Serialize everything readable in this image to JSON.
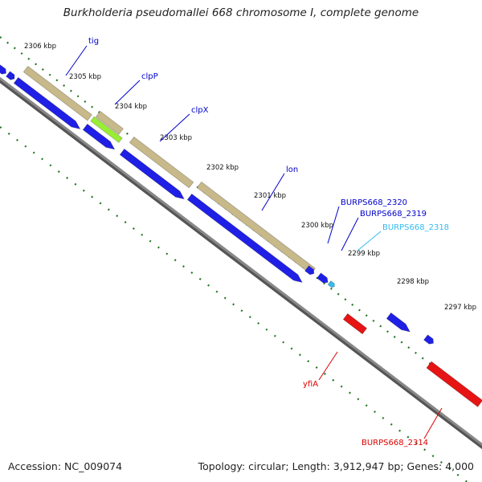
{
  "title": "Burkholderia pseudomallei 668 chromosome I, complete genome",
  "footer": {
    "accession": "Accession: NC_009074",
    "summary": "Topology: circular; Length: 3,912,947 bp; Genes: 4,000"
  },
  "ticks": [
    {
      "kbp": 2306,
      "label": "2306 kbp"
    },
    {
      "kbp": 2305,
      "label": "2305 kbp"
    },
    {
      "kbp": 2304,
      "label": "2304 kbp"
    },
    {
      "kbp": 2303,
      "label": "2303 kbp"
    },
    {
      "kbp": 2302,
      "label": "2302 kbp"
    },
    {
      "kbp": 2301,
      "label": "2301 kbp"
    },
    {
      "kbp": 2300,
      "label": "2300 kbp"
    },
    {
      "kbp": 2299,
      "label": "2299 kbp"
    },
    {
      "kbp": 2298,
      "label": "2298 kbp"
    },
    {
      "kbp": 2297,
      "label": "2297 kbp"
    }
  ],
  "genes": [
    {
      "name": "tig",
      "color": "#0000cc"
    },
    {
      "name": "clpP",
      "color": "#0000cc"
    },
    {
      "name": "clpX",
      "color": "#0000cc"
    },
    {
      "name": "lon",
      "color": "#0000cc"
    },
    {
      "name": "BURPS668_2320",
      "color": "#0000cc"
    },
    {
      "name": "BURPS668_2319",
      "color": "#0000cc"
    },
    {
      "name": "BURPS668_2318",
      "color": "#33bbee"
    },
    {
      "name": "yfiA",
      "color": "#dd0000"
    },
    {
      "name": "BURPS668_2314",
      "color": "#dd0000"
    }
  ],
  "colors": {
    "backbone": "#888888",
    "cds_forward": "#1f1fe6",
    "cds_reverse": "#e61414",
    "feature_tan": "#c8b98a",
    "feature_green": "#99ee33",
    "rna_cyan": "#33bbee",
    "tick_green": "#227722"
  }
}
